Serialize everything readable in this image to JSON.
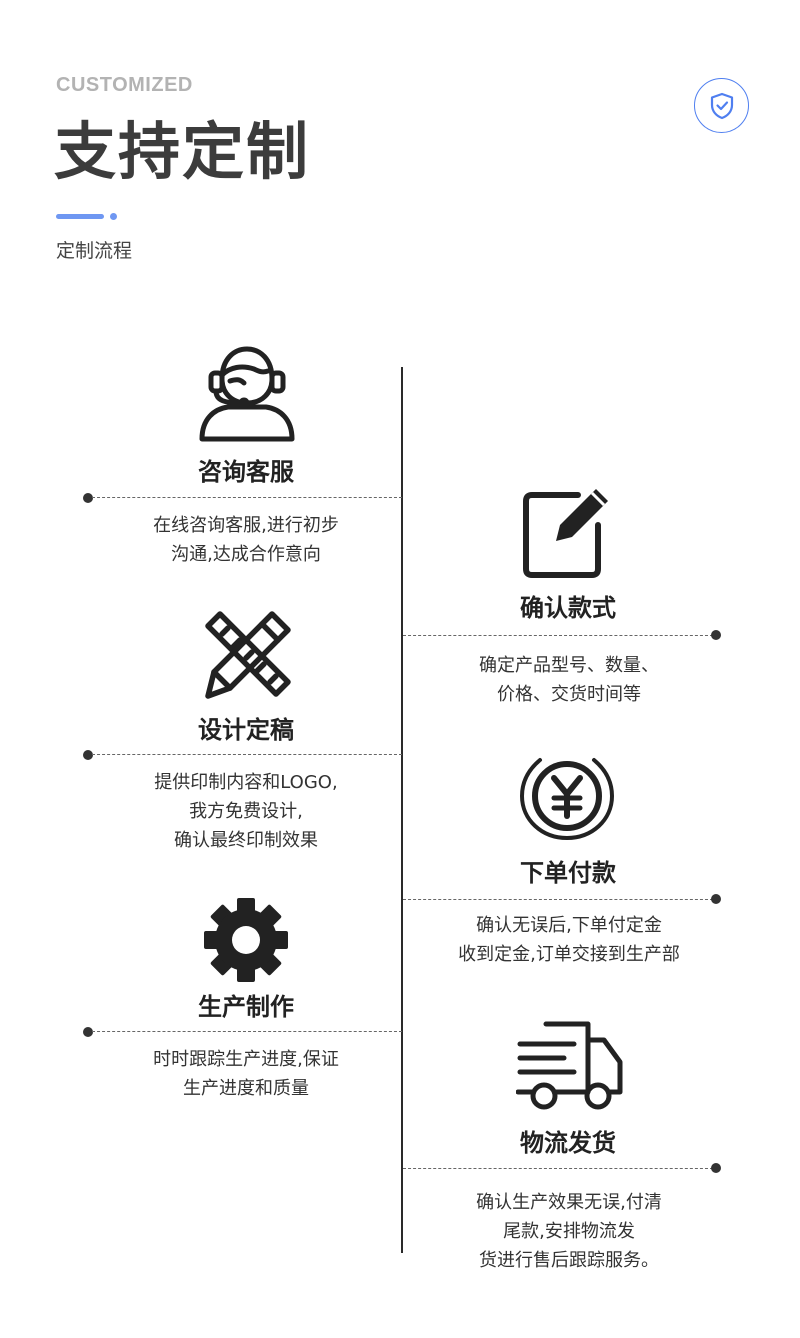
{
  "header": {
    "eyebrow": "CUSTOMIZED",
    "title": "支持定制",
    "subtitle": "定制流程",
    "accent_color": "#6f97f2",
    "badge_icon": "shield-check-icon"
  },
  "steps": [
    {
      "icon": "customer-service-headset-icon",
      "title": "咨询客服",
      "lines": [
        "在线咨询客服,进行初步",
        "沟通,达成合作意向"
      ]
    },
    {
      "icon": "edit-pencil-square-icon",
      "title": "确认款式",
      "lines": [
        "确定产品型号、数量、",
        "价格、交货时间等"
      ]
    },
    {
      "icon": "pencil-ruler-icon",
      "title": "设计定稿",
      "lines": [
        "提供印制内容和LOGO,",
        "我方免费设计,",
        "确认最终印制效果"
      ]
    },
    {
      "icon": "yen-coin-icon",
      "title": "下单付款",
      "lines": [
        "确认无误后,下单付定金",
        "收到定金,订单交接到生产部"
      ]
    },
    {
      "icon": "gear-icon",
      "title": "生产制作",
      "lines": [
        "时时跟踪生产进度,保证",
        "生产进度和质量"
      ]
    },
    {
      "icon": "delivery-truck-icon",
      "title": "物流发货",
      "lines": [
        "确认生产效果无误,付清",
        "尾款,安排物流发",
        "货进行售后跟踪服务。"
      ]
    }
  ]
}
